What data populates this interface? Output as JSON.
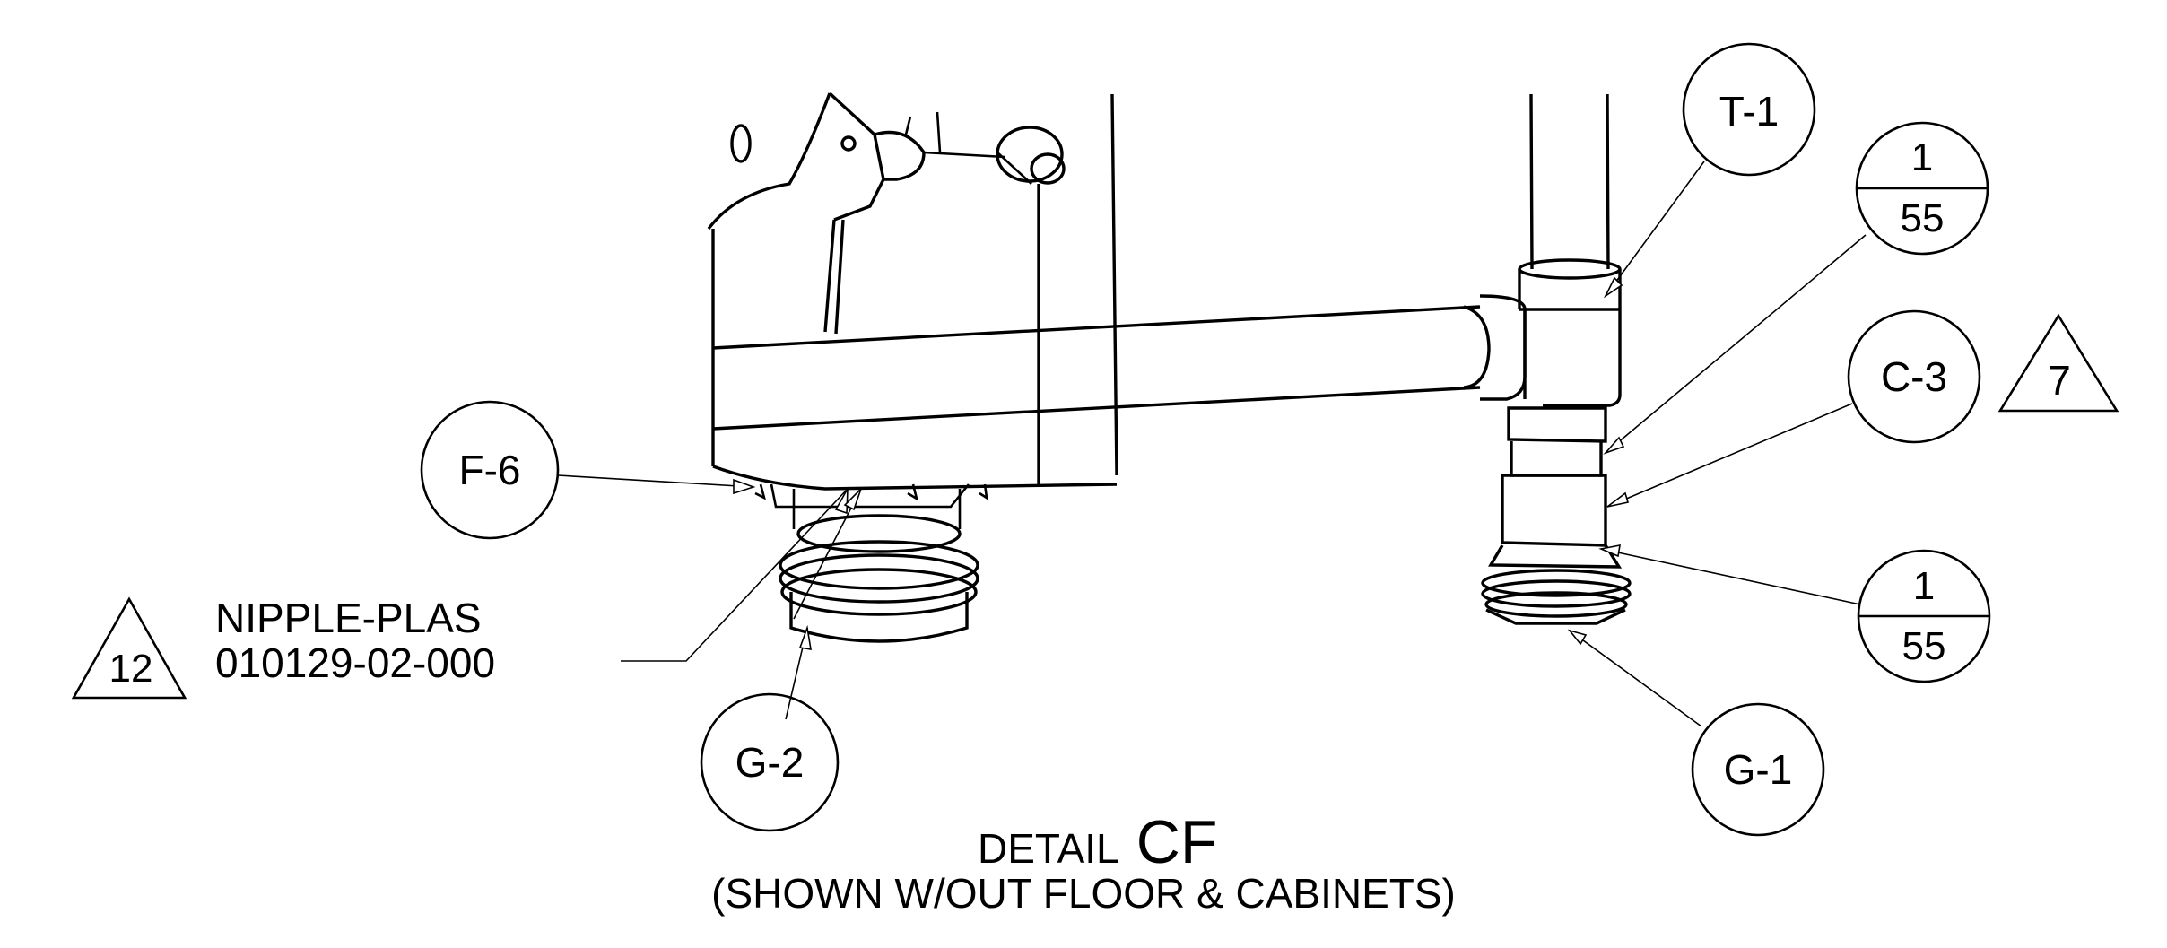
{
  "detail": {
    "prefix": "DETAIL",
    "id": "CF",
    "note": "(SHOWN W/OUT FLOOR & CABINETS)"
  },
  "callouts": {
    "t1": "T-1",
    "c3": "C-3",
    "f6": "F-6",
    "g1": "G-1",
    "g2": "G-2",
    "sheet_ref_upper": {
      "top": "1",
      "bottom": "55"
    },
    "sheet_ref_lower": {
      "top": "1",
      "bottom": "55"
    }
  },
  "flags": {
    "flag_7": "7",
    "flag_12": "12"
  },
  "part_note": {
    "name": "NIPPLE-PLAS",
    "number": "010129-02-000"
  }
}
